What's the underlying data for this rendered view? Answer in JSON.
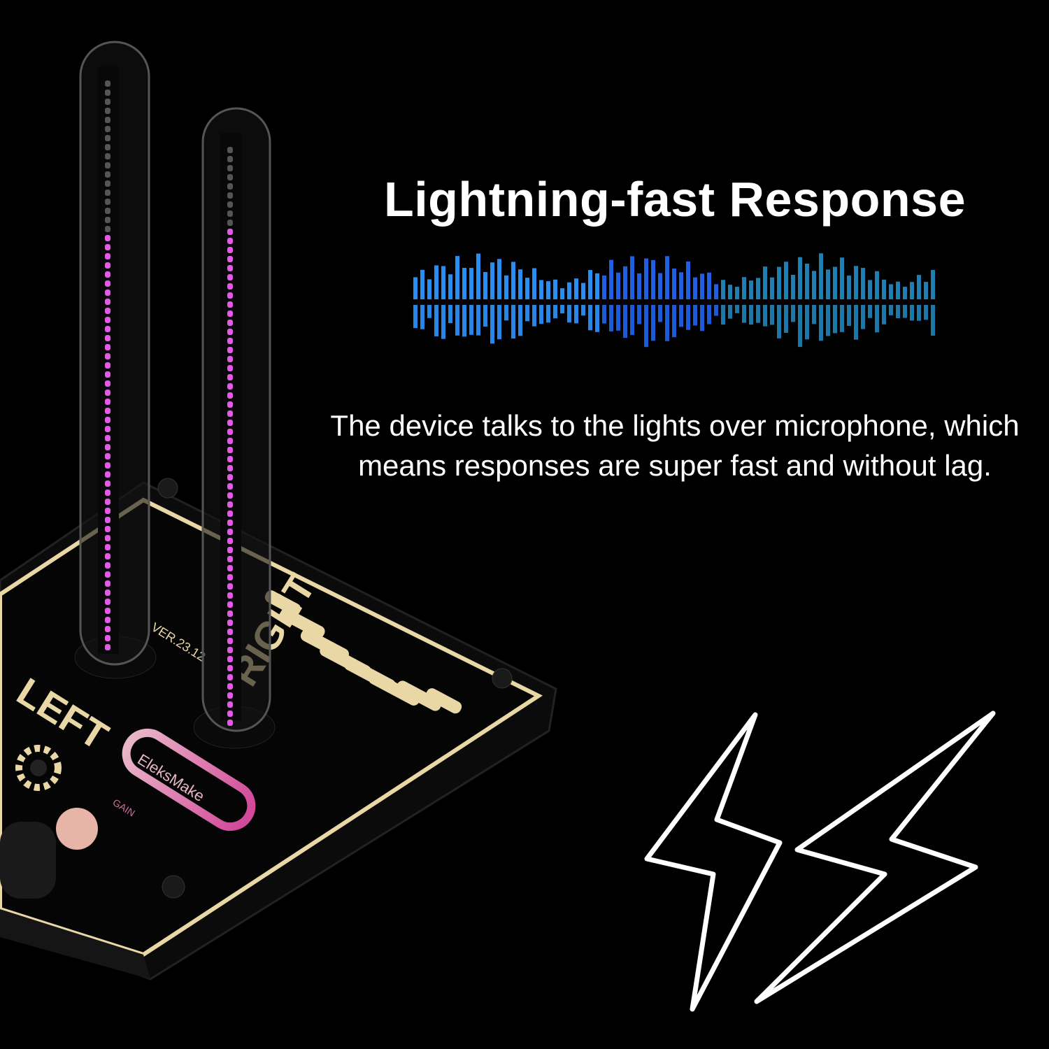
{
  "headline": "Lightning-fast Response",
  "description": "The device talks to the lights over microphone, which means responses are super fast and without lag.",
  "device": {
    "brand_logo": "EleksMake",
    "version_label": "VER.23.12",
    "left_label": "LEFT",
    "right_label": "RIGHT",
    "knob_label": "GAIN",
    "led_color": "#e45ae8",
    "accent_gold": "#e9d8a6"
  },
  "waveform": {
    "colors": [
      "#2a8df0",
      "#1f5fe0",
      "#1e7fb0"
    ]
  },
  "icons": [
    "lightning-bolt-icon",
    "lightning-bolt-icon"
  ]
}
